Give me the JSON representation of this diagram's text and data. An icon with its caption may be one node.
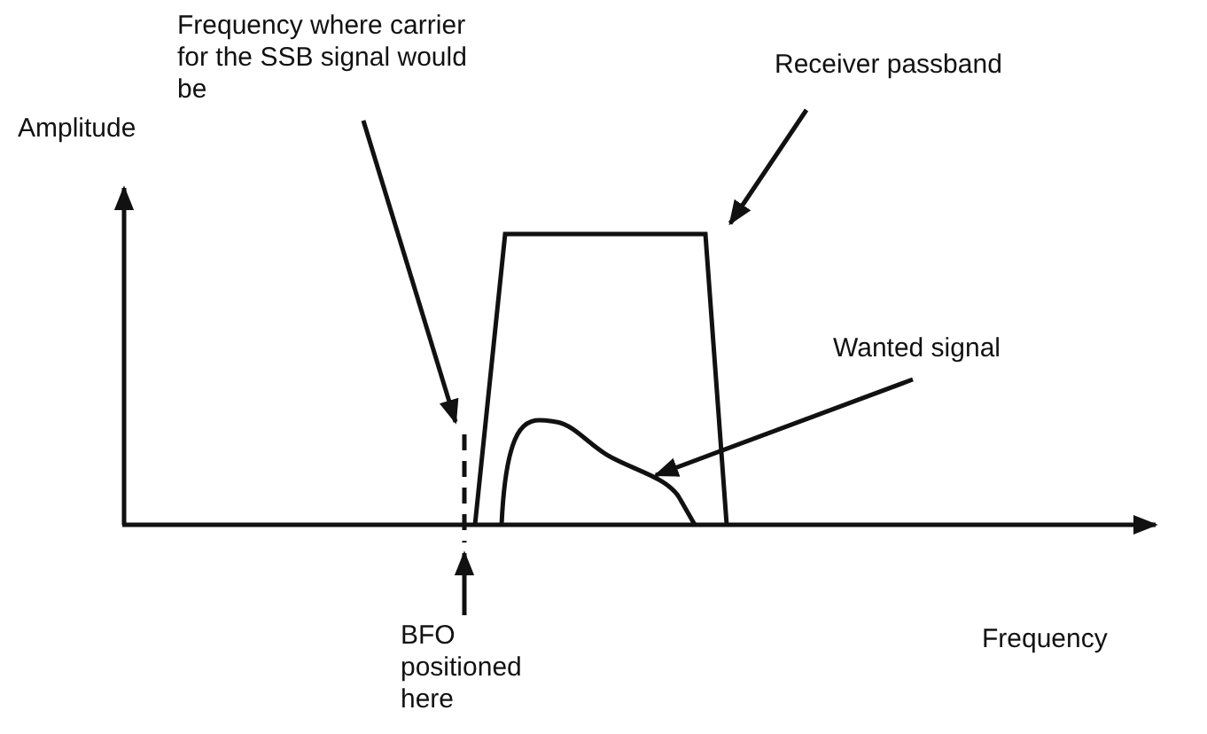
{
  "diagram": {
    "nodes": [
      {
        "text": [
          "Frequency where carrier for the SSB signal would be"
        ]
      },
      {
        "text": [],
        "shape": "line"
      },
      {
        "text": [
          "Receiver passband"
        ]
      },
      {
        "text": [],
        "shape": "trapezoid"
      },
      {
        "text": [
          "Wanted signal"
        ]
      },
      {
        "text": [],
        "shape": "curve",
        "in": 3
      },
      {
        "text": [
          "BFO positioned here"
        ]
      }
    ],
    "edges": [
      {
        "from": 0,
        "to": 1,
        "arrow": "to"
      },
      {
        "from": 2,
        "to": 3,
        "arrow": "to"
      },
      {
        "from": 4,
        "to": 5,
        "arrow": "to"
      },
      {
        "from": 6,
        "to": 1,
        "arrow": "to"
      }
    ],
    "labels": [
      "Amplitude",
      "Frequency"
    ]
  }
}
